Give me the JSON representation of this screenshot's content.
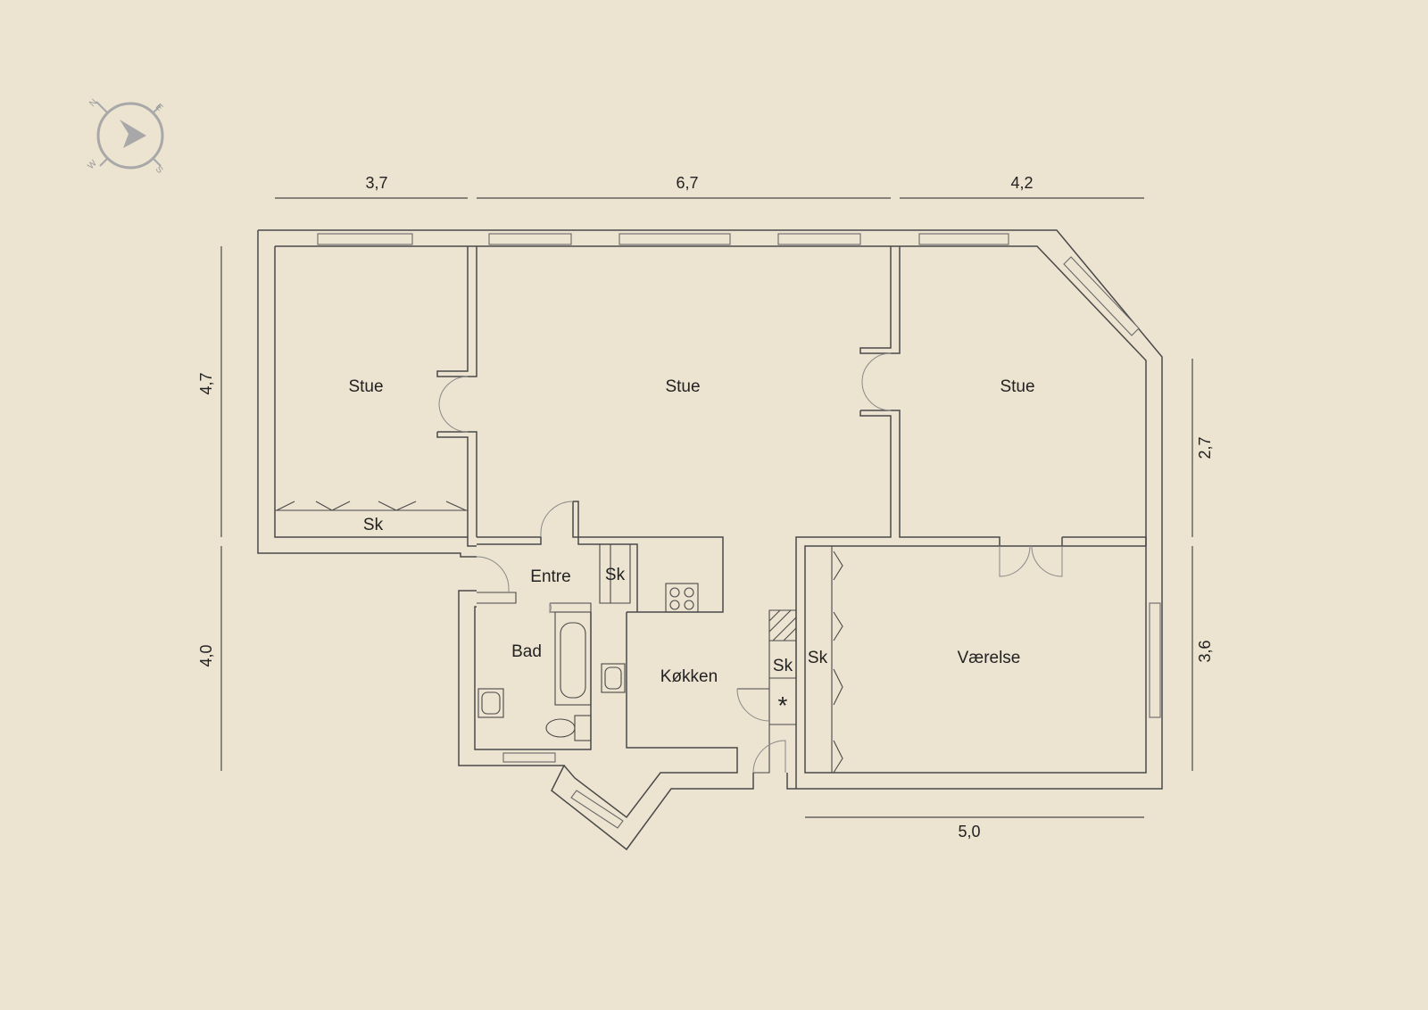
{
  "rooms": {
    "stue_left": "Stue",
    "stue_middle": "Stue",
    "stue_right": "Stue",
    "sk_stue": "Sk",
    "entre": "Entre",
    "sk_entre": "Sk",
    "bad": "Bad",
    "kokken": "Køkken",
    "sk_hall": "Sk",
    "sk_vaerelse": "Sk",
    "vaerelse": "Værelse",
    "star_symbol": "*"
  },
  "dimensions": {
    "top_left": "3,7",
    "top_middle": "6,7",
    "top_right": "4,2",
    "left_upper": "4,7",
    "left_lower": "4,0",
    "right_upper": "2,7",
    "right_lower": "3,6",
    "bottom_right": "5,0"
  },
  "compass": {
    "n": "N",
    "e": "E",
    "s": "S",
    "w": "W"
  }
}
